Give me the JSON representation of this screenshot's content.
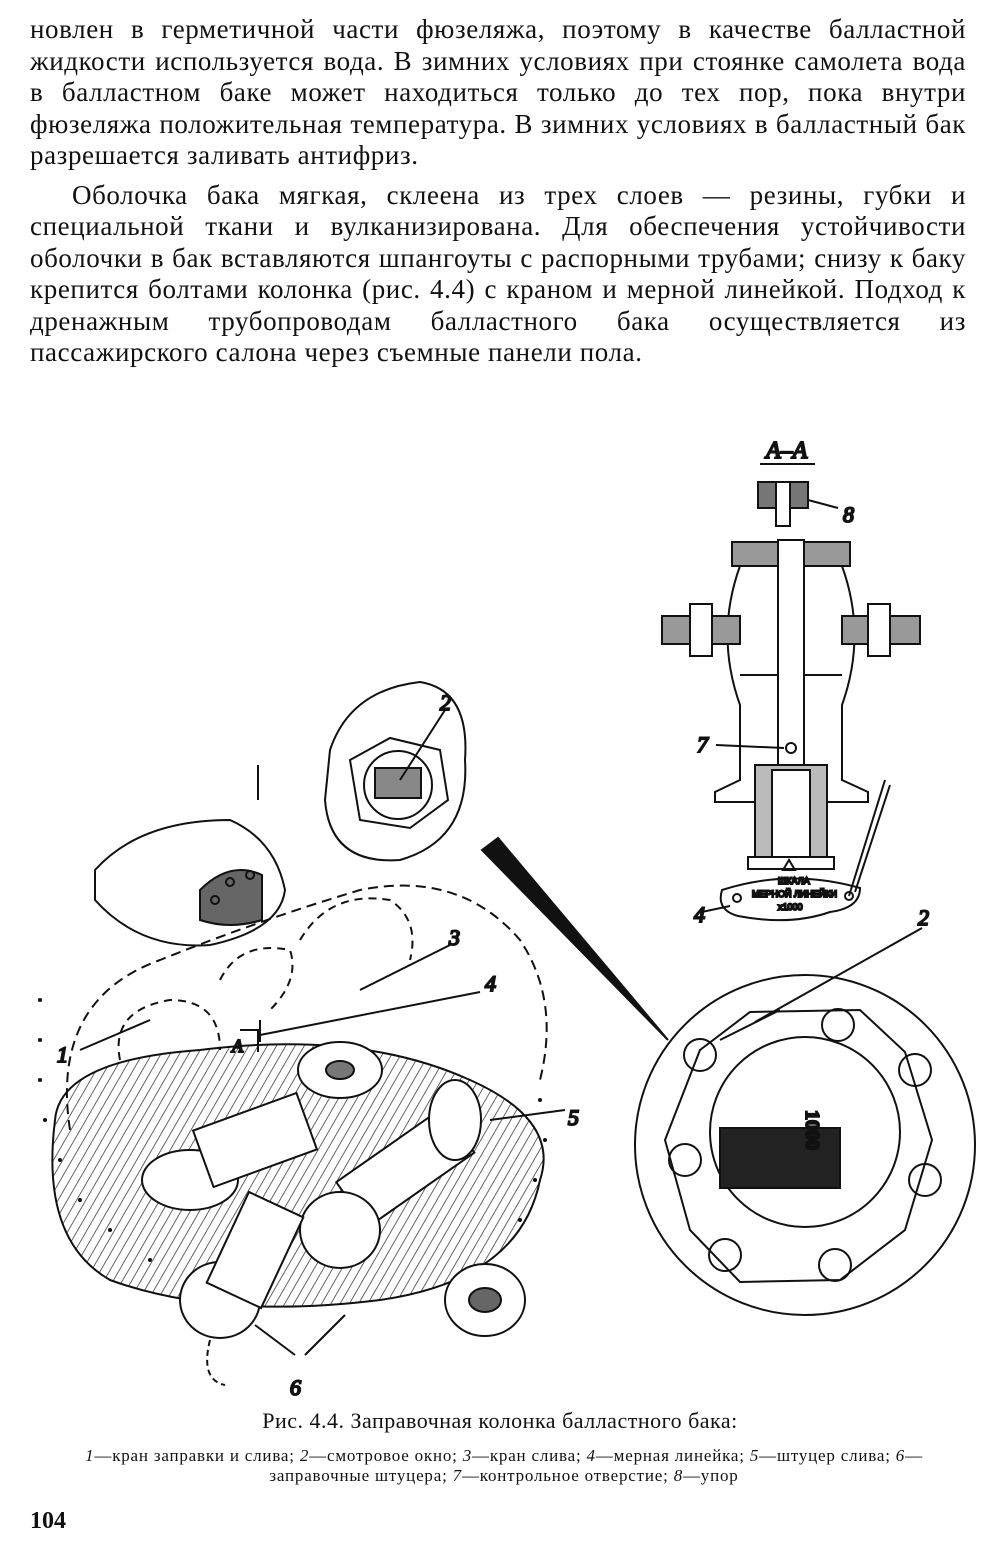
{
  "body": {
    "p1": "новлен в герметичной части фюзеляжа, поэтому в качестве балластной жидкости используется вода. В зимних условиях при стоянке самолета вода в балластном баке может находиться только до тех пор, пока внутри фюзеляжа положительная температура. В зимних условиях в балластный бак разрешается заливать антифриз.",
    "p2": "Оболочка бака мягкая, склеена из трех слоев — резины, губки и специальной ткани и вулканизирована. Для обеспечения устойчивости оболочки в бак вставляются шпангоуты с распорными трубами; снизу к баку крепится болтами колонка (рис. 4.4) с краном и мерной линейкой. Подход к дренажным трубопроводам балластного бака осуществляется из пассажирского салона через съемные панели пола."
  },
  "figure": {
    "section_label": "А–А",
    "callouts": {
      "c1": "1",
      "c2a": "2",
      "c2b": "2",
      "c3": "3",
      "c4a": "4",
      "c4b": "4",
      "c5": "5",
      "c6": "6",
      "c7": "7",
      "c8": "8",
      "cA": "А"
    },
    "scale_plate": {
      "line1": "ШКАЛА",
      "line2": "МЕРНОЙ ЛИНЕЙКИ",
      "line3": "x1000"
    },
    "window_reading": "1000"
  },
  "caption": {
    "title": "Рис. 4.4. Заправочная колонка балластного бака:",
    "legend_items": [
      {
        "num": "1",
        "text": "—кран заправки и слива; "
      },
      {
        "num": "2",
        "text": "—смотровое окно; "
      },
      {
        "num": "3",
        "text": "—кран слива; "
      },
      {
        "num": "4",
        "text": "—мерная линейка; "
      },
      {
        "num": "5",
        "text": "—штуцер слива; "
      },
      {
        "num": "6",
        "text": "—заправочные штуцера; "
      },
      {
        "num": "7",
        "text": "—контрольное отверстие; "
      },
      {
        "num": "8",
        "text": "—упор"
      }
    ]
  },
  "page_number": "104"
}
